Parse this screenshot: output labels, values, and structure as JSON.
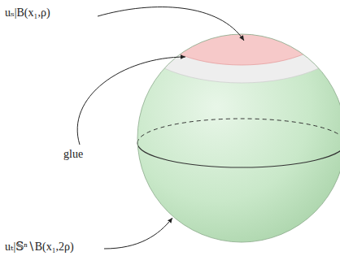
{
  "diagram": {
    "labels": [
      "uₛ|B(x₁,ρ)",
      "glue",
      "uₜ|𝕊ⁿ∖B(x₁,2ρ)"
    ]
  }
}
